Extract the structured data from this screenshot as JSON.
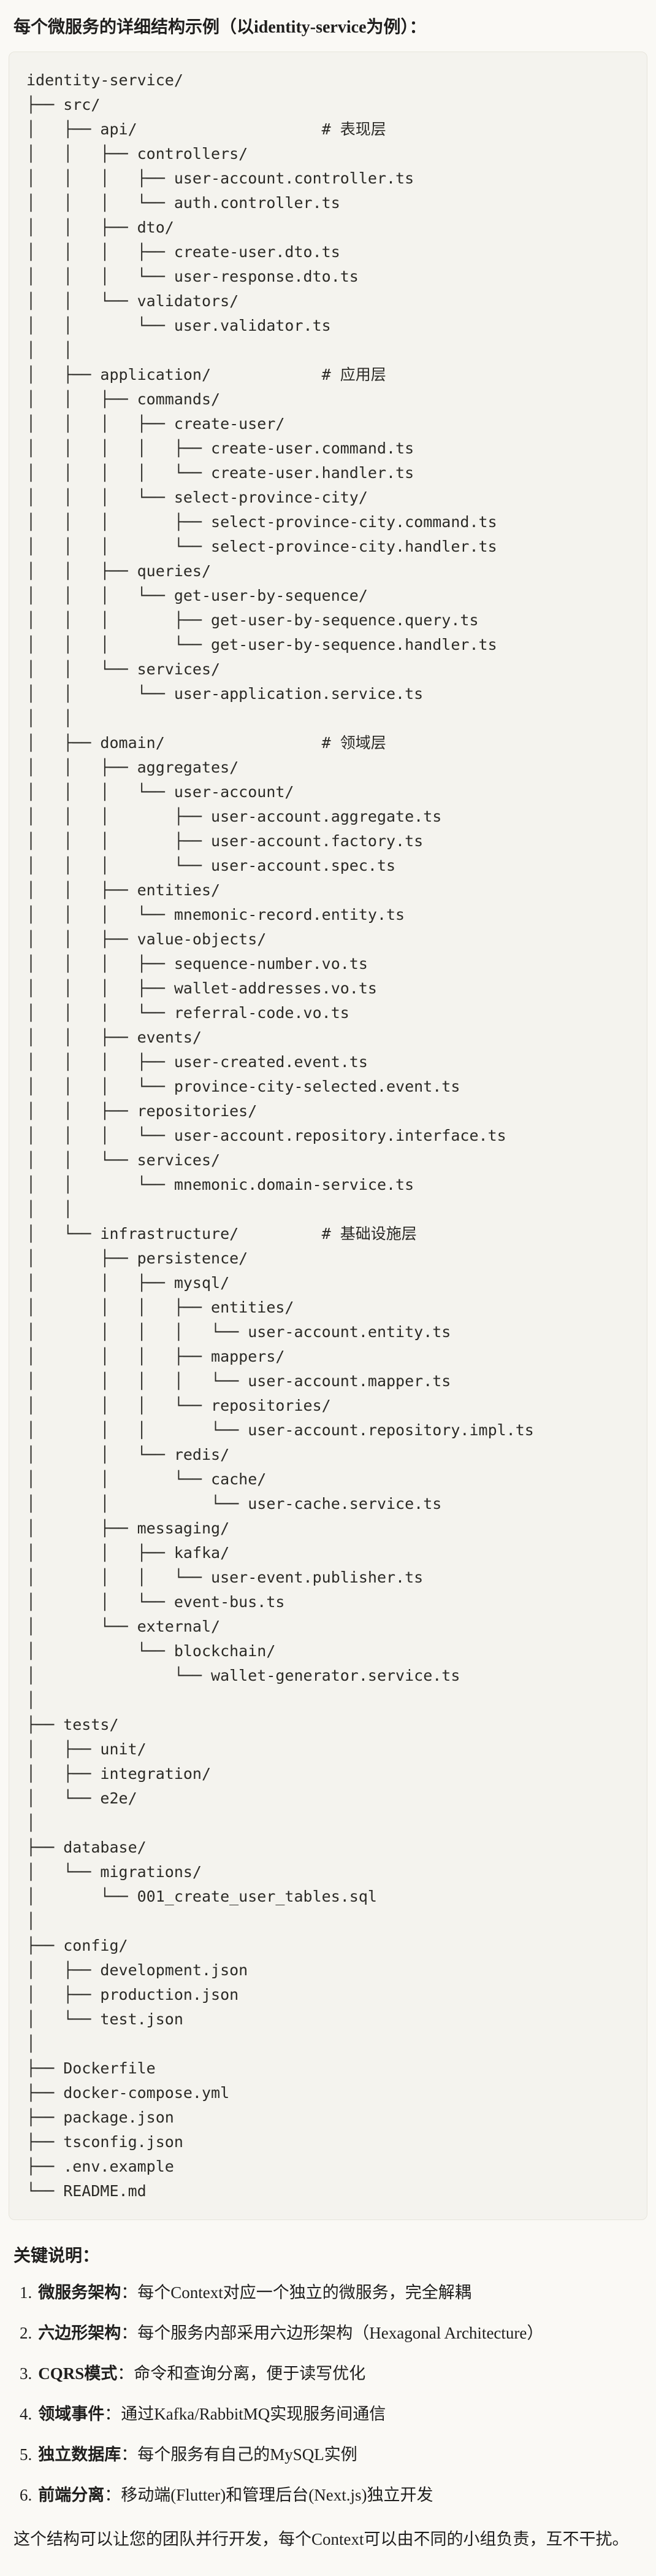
{
  "page": {
    "title": "每个微服务的详细结构示例（以identity-service为例）："
  },
  "colors": {
    "page_background": "#faf9f5",
    "code_background": "#f4f3ee",
    "code_border": "#e7e5dc",
    "text": "#1f1e1d"
  },
  "tree": {
    "lines": [
      "identity-service/",
      "├── src/",
      "│   ├── api/                    # 表现层",
      "│   │   ├── controllers/",
      "│   │   │   ├── user-account.controller.ts",
      "│   │   │   └── auth.controller.ts",
      "│   │   ├── dto/",
      "│   │   │   ├── create-user.dto.ts",
      "│   │   │   └── user-response.dto.ts",
      "│   │   └── validators/",
      "│   │       └── user.validator.ts",
      "│   │",
      "│   ├── application/            # 应用层",
      "│   │   ├── commands/",
      "│   │   │   ├── create-user/",
      "│   │   │   │   ├── create-user.command.ts",
      "│   │   │   │   └── create-user.handler.ts",
      "│   │   │   └── select-province-city/",
      "│   │   │       ├── select-province-city.command.ts",
      "│   │   │       └── select-province-city.handler.ts",
      "│   │   ├── queries/",
      "│   │   │   └── get-user-by-sequence/",
      "│   │   │       ├── get-user-by-sequence.query.ts",
      "│   │   │       └── get-user-by-sequence.handler.ts",
      "│   │   └── services/",
      "│   │       └── user-application.service.ts",
      "│   │",
      "│   ├── domain/                 # 领域层",
      "│   │   ├── aggregates/",
      "│   │   │   └── user-account/",
      "│   │   │       ├── user-account.aggregate.ts",
      "│   │   │       ├── user-account.factory.ts",
      "│   │   │       └── user-account.spec.ts",
      "│   │   ├── entities/",
      "│   │   │   └── mnemonic-record.entity.ts",
      "│   │   ├── value-objects/",
      "│   │   │   ├── sequence-number.vo.ts",
      "│   │   │   ├── wallet-addresses.vo.ts",
      "│   │   │   └── referral-code.vo.ts",
      "│   │   ├── events/",
      "│   │   │   ├── user-created.event.ts",
      "│   │   │   └── province-city-selected.event.ts",
      "│   │   ├── repositories/",
      "│   │   │   └── user-account.repository.interface.ts",
      "│   │   └── services/",
      "│   │       └── mnemonic.domain-service.ts",
      "│   │",
      "│   └── infrastructure/         # 基础设施层",
      "│       ├── persistence/",
      "│       │   ├── mysql/",
      "│       │   │   ├── entities/",
      "│       │   │   │   └── user-account.entity.ts",
      "│       │   │   ├── mappers/",
      "│       │   │   │   └── user-account.mapper.ts",
      "│       │   │   └── repositories/",
      "│       │   │       └── user-account.repository.impl.ts",
      "│       │   └── redis/",
      "│       │       └── cache/",
      "│       │           └── user-cache.service.ts",
      "│       ├── messaging/",
      "│       │   ├── kafka/",
      "│       │   │   └── user-event.publisher.ts",
      "│       │   └── event-bus.ts",
      "│       └── external/",
      "│           └── blockchain/",
      "│               └── wallet-generator.service.ts",
      "│",
      "├── tests/",
      "│   ├── unit/",
      "│   ├── integration/",
      "│   └── e2e/",
      "│",
      "├── database/",
      "│   └── migrations/",
      "│       └── 001_create_user_tables.sql",
      "│",
      "├── config/",
      "│   ├── development.json",
      "│   ├── production.json",
      "│   └── test.json",
      "│",
      "├── Dockerfile",
      "├── docker-compose.yml",
      "├── package.json",
      "├── tsconfig.json",
      "├── .env.example",
      "└── README.md"
    ]
  },
  "notes": {
    "heading": "关键说明：",
    "items": [
      {
        "num": "1.",
        "term": "微服务架构",
        "text": "：每个Context对应一个独立的微服务，完全解耦"
      },
      {
        "num": "2.",
        "term": "六边形架构",
        "text": "：每个服务内部采用六边形架构（Hexagonal Architecture）"
      },
      {
        "num": "3.",
        "term": "CQRS模式",
        "text": "：命令和查询分离，便于读写优化"
      },
      {
        "num": "4.",
        "term": "领域事件",
        "text": "：通过Kafka/RabbitMQ实现服务间通信"
      },
      {
        "num": "5.",
        "term": "独立数据库",
        "text": "：每个服务有自己的MySQL实例"
      },
      {
        "num": "6.",
        "term": "前端分离",
        "text": "：移动端(Flutter)和管理后台(Next.js)独立开发"
      }
    ],
    "footer": "这个结构可以让您的团队并行开发，每个Context可以由不同的小组负责，互不干扰。"
  }
}
